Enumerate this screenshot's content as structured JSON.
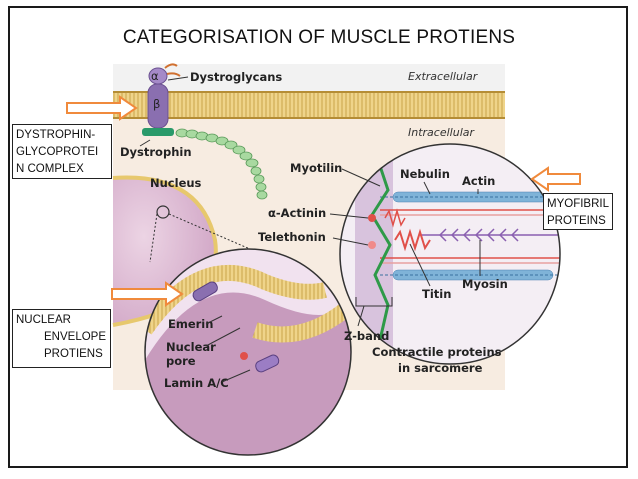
{
  "title": "CATEGORISATION OF MUSCLE PROTIENS",
  "category_boxes": {
    "dystrophin_complex": [
      "DYSTROPHIN-",
      "GLYCOPROTEI",
      "N COMPLEX"
    ],
    "myofibril": [
      "MYOFIBRIL",
      "PROTEINS"
    ],
    "nuclear_envelope": [
      "NUCLEAR",
      "ENVELOPE",
      "PROTIENS"
    ]
  },
  "labels": {
    "alpha": "α",
    "beta": "β",
    "dystroglycans": "Dystroglycans",
    "extracellular": "Extracellular",
    "intracellular": "Intracellular",
    "dystrophin": "Dystrophin",
    "nucleus": "Nucleus",
    "myotilin": "Myotilin",
    "alpha_actinin": "α-Actinin",
    "telethonin": "Telethonin",
    "nebulin": "Nebulin",
    "actin": "Actin",
    "titin": "Titin",
    "myosin": "Myosin",
    "z_band": "Z-band",
    "contractile_1": "Contractile proteins",
    "contractile_2": "in sarcomere",
    "emerin": "Emerin",
    "nuclear_pore_1": "Nuclear",
    "nuclear_pore_2": "pore",
    "lamin": "Lamin A/C"
  },
  "colors": {
    "membrane": "#e8c56a",
    "cell_bg": "#f6e9dc",
    "nucleus": "#d6b0cc",
    "dystroglycan": "#8a6fb0",
    "dystrophin_chain": "#a8d9a0",
    "arrow": "#f08a3c",
    "actin": "#7fb3d8",
    "myosin": "#a678c0",
    "titin": "#e0504a",
    "z_band": "#2e9a48"
  }
}
